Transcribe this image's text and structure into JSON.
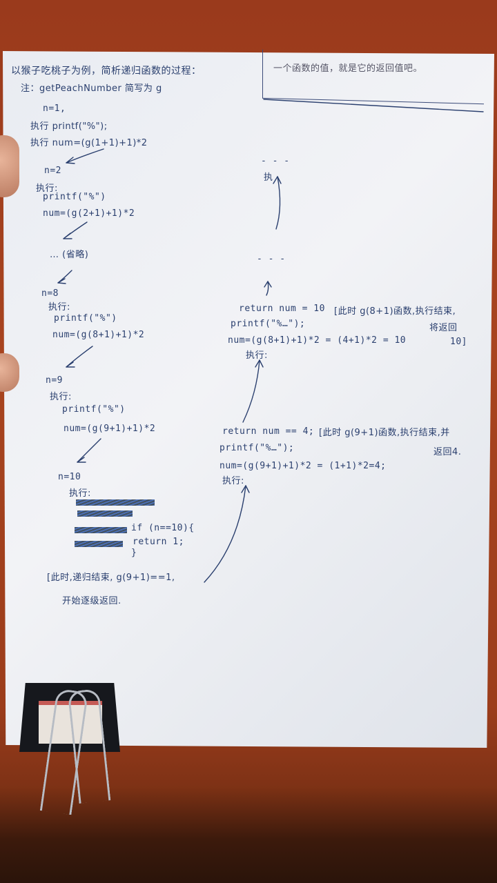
{
  "header": {
    "line1": "以猴子吃桃子为例，简析递归函数的过程：",
    "line2": "注：getPeachNumber 简写为 g",
    "side_note": "一个函数的值，就是它的返回值吧。"
  },
  "left_steps": [
    {
      "n": "n=1,",
      "exec": "执行 printf(\"%\");",
      "num": "执行 num=(g(1+1)+1)*2"
    },
    {
      "n": "n=2",
      "exec": "执行:",
      "printf": "printf(\"%\")",
      "num": "num=(g(2+1)+1)*2"
    },
    {
      "skip": "… (省略)"
    },
    {
      "n": "n=8",
      "exec": "执行:",
      "printf": "printf(\"%\")",
      "num": "num=(g(8+1)+1)*2"
    },
    {
      "n": "n=9",
      "exec": "执行:",
      "printf": "printf(\"%\")",
      "num": "num=(g(9+1)+1)*2"
    },
    {
      "n": "n=10",
      "exec": "执行:",
      "code1": "if (n==10){",
      "code2": "return 1;",
      "code3": "}"
    }
  ],
  "left_footer": {
    "line1": "[此时,递归结束, g(9+1)==1,",
    "line2": "开始逐级返回."
  },
  "right_top": {
    "dots1": "- - -",
    "mark": "执",
    "dots2": "- - -"
  },
  "right_block_10": {
    "ret": "return num = 10",
    "note1": "[此时 g(8+1)函数,执行结束,",
    "note2": "将返回",
    "note3": "10]",
    "printf": "printf(\"%…\");",
    "num": "num=(g(8+1)+1)*2 = (4+1)*2 = 10",
    "exec": "执行:"
  },
  "right_block_4": {
    "ret": "return num == 4;",
    "note1": "[此时 g(9+1)函数,执行结束,并",
    "note2": "返回4.",
    "printf": "printf(\"%…\");",
    "num": "num=(g(9+1)+1)*2 = (1+1)*2=4;",
    "exec": "执行:"
  }
}
